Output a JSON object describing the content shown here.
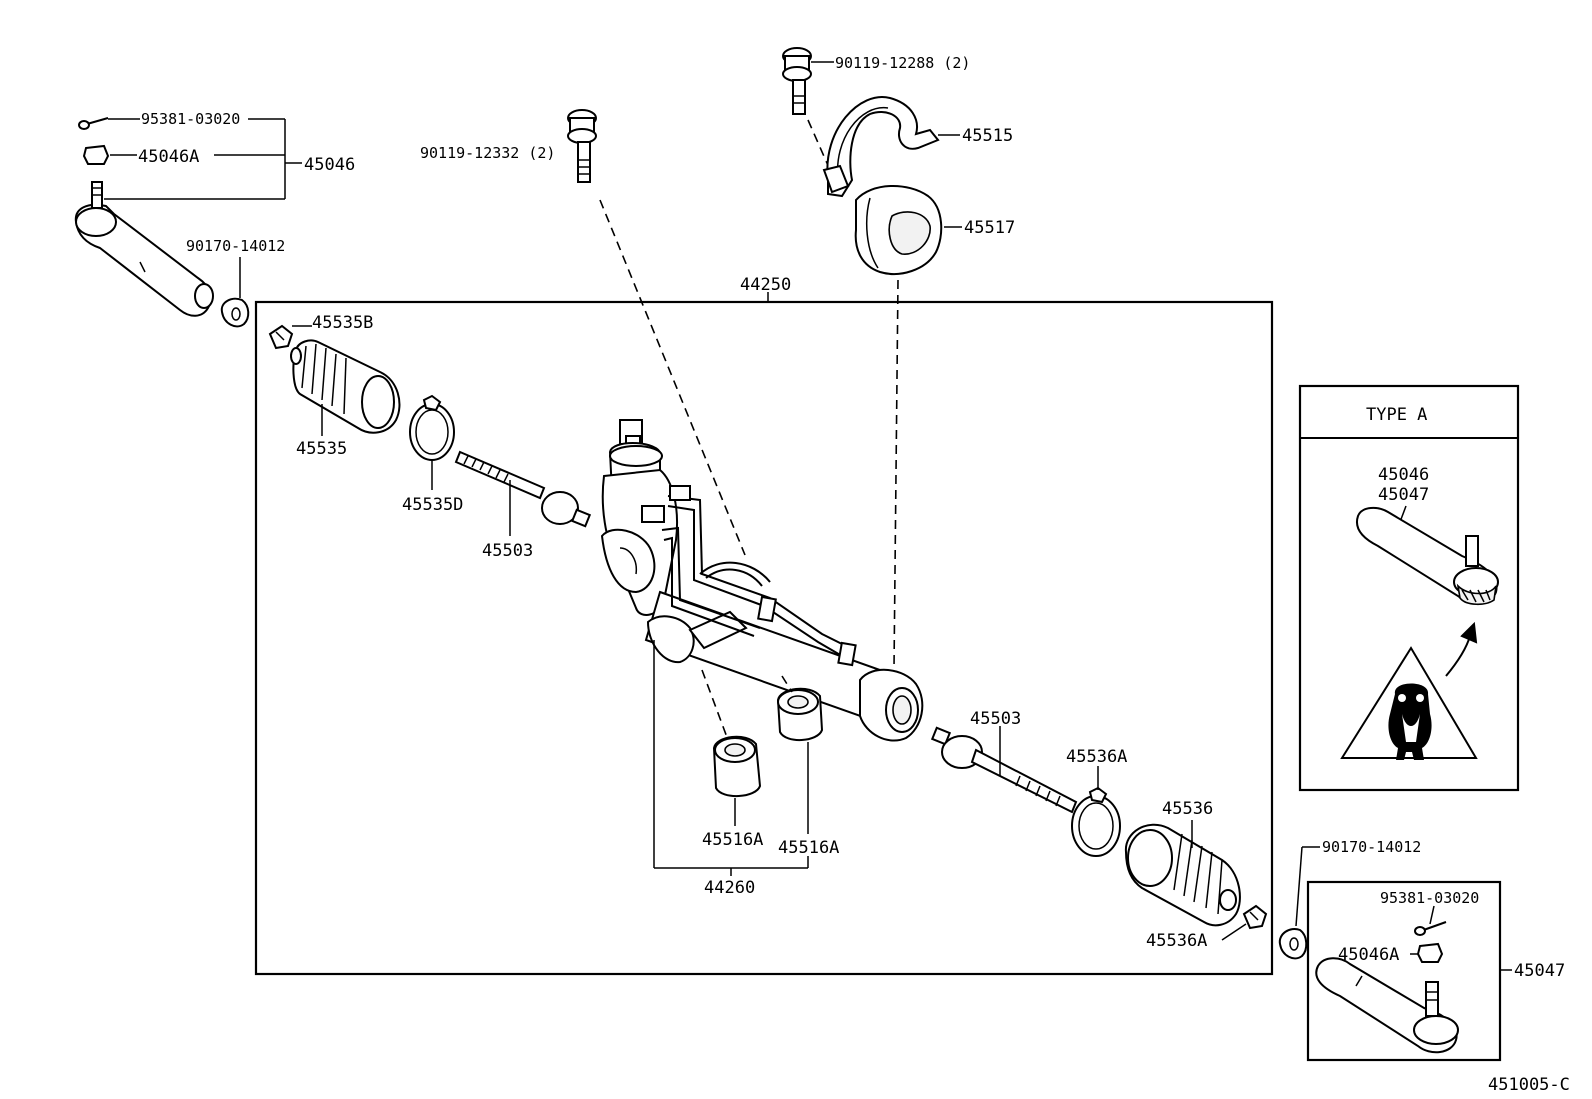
{
  "labels": {
    "assembly_44250": "44250",
    "boot_45535": "45535",
    "clip_45535B": "45535B",
    "clamp_45535D": "45535D",
    "tie_rod_left_45503": "45503",
    "tie_rod_right_45503": "45503",
    "bolt_90119_12332": "90119-12332 (2)",
    "bolt_90119_12288": "90119-12288 (2)",
    "bracket_45515": "45515",
    "grommet_45517": "45517",
    "bushing_45516A_1": "45516A",
    "bushing_45516A_2": "45516A",
    "bushing_group_44260": "44260",
    "clamp_45536A_top": "45536A",
    "boot_45536": "45536",
    "clip_45536A_bottom": "45536A",
    "cotter_pin_left": "95381-03020",
    "nut_left_45046A": "45046A",
    "tie_rod_end_left": "45046",
    "nut_left_90170": "90170-14012",
    "nut_right_90170": "90170-14012",
    "cotter_pin_right": "95381-03020",
    "nut_right_45046A": "45046A",
    "tie_rod_end_right": "45047",
    "type_a_title": "TYPE A",
    "type_a_part1": "45046",
    "type_a_part2": "45047",
    "figure_code": "451005-C"
  }
}
